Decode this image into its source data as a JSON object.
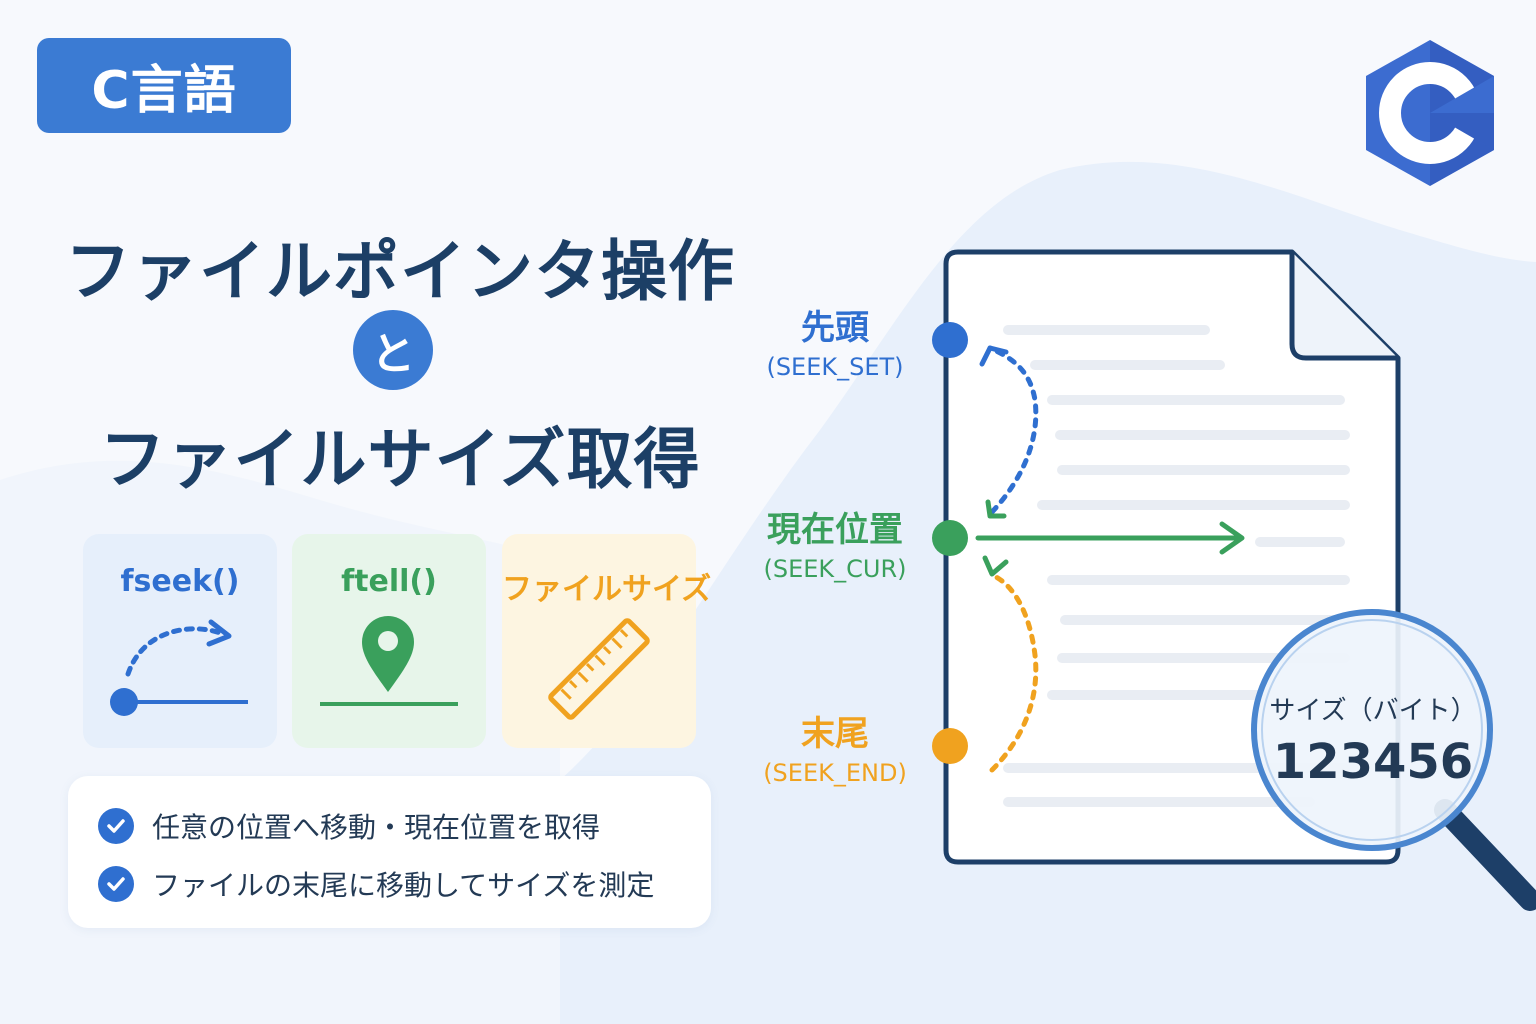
{
  "tag": {
    "label": "C言語"
  },
  "title": {
    "line1": "ファイルポインタ操作",
    "connector": "と",
    "line2": "ファイルサイズ取得"
  },
  "cards": [
    {
      "label": "fseek()",
      "color": "#2f6fd0",
      "bg": "#e6effb",
      "icon": "arc-arrow-icon"
    },
    {
      "label": "ftell()",
      "color": "#3aa05c",
      "bg": "#e7f5ea",
      "icon": "location-pin-icon"
    },
    {
      "label": "ファイルサイズ",
      "color": "#f0a21f",
      "bg": "#fdf5e1",
      "icon": "ruler-icon"
    }
  ],
  "checks": [
    "任意の位置へ移動・現在位置を取得",
    "ファイルの末尾に移動してサイズを測定"
  ],
  "markers": {
    "set": {
      "title": "先頭",
      "sub": "(SEEK_SET)",
      "color": "#2f6fd0"
    },
    "cur": {
      "title": "現在位置",
      "sub": "(SEEK_CUR)",
      "color": "#3aa05c"
    },
    "end": {
      "title": "末尾",
      "sub": "(SEEK_END)",
      "color": "#f0a21f"
    }
  },
  "magnifier": {
    "label": "サイズ（バイト）",
    "value": "123456"
  },
  "logo": {
    "letter": "C",
    "color": "#3c6cd0"
  }
}
